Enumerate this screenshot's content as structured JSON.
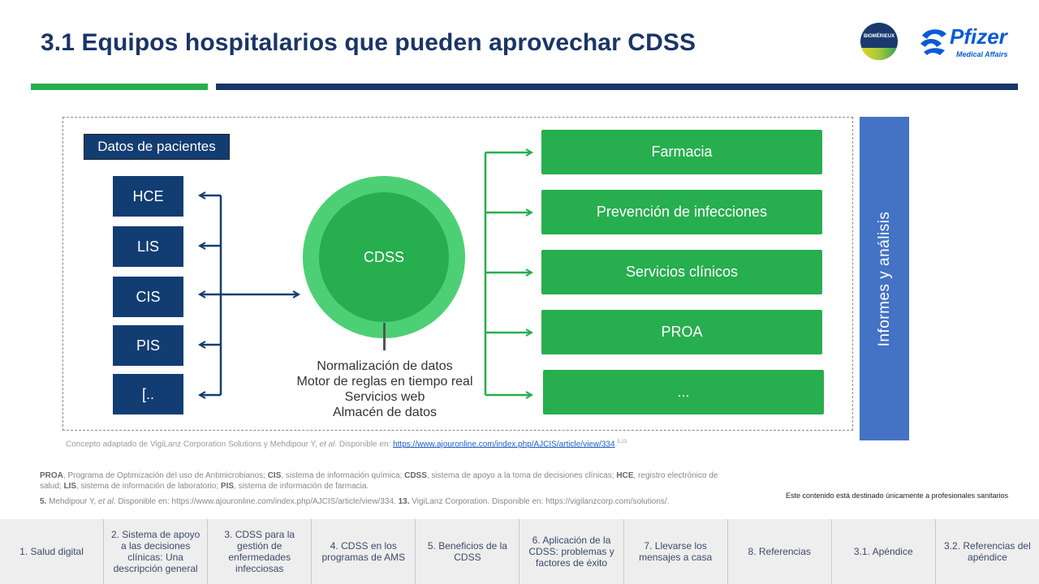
{
  "header": {
    "title": "3.1 Equipos hospitalarios que pueden aprovechar CDSS",
    "logo_biomerieux": "BIOMÉRIEUX",
    "logo_pfizer": "Pfizer",
    "logo_pfizer_sub": "Medical Affairs"
  },
  "colors": {
    "navy": "#123d73",
    "title": "#1a3567",
    "green": "#27ae4e",
    "light_green": "#4dd075",
    "blue_bar": "#4472c4"
  },
  "diagram": {
    "patients_label": "Datos de pacientes",
    "sources": [
      "HCE",
      "LIS",
      "CIS",
      "PIS",
      "[.."
    ],
    "center": {
      "label": "CDSS",
      "functions": [
        "Normalización de datos",
        "Motor de reglas en tiempo real",
        "Servicios web",
        "Almacén de datos"
      ]
    },
    "teams": [
      "Farmacia",
      "Prevención de infecciones",
      "Servicios clínicos",
      "PROA",
      "..."
    ],
    "side_label": "Informes  y análisis"
  },
  "caption": {
    "text": "Concepto adaptado de VigiLanz Corporation Solutions y Mehdipour Y, ",
    "etal": "et al.",
    "available": " Disponible en: ",
    "link": "https://www.ajouronline.com/index.php/AJCIS/article/view/334",
    "refs": "5,13"
  },
  "notes": {
    "proa_abbr": "PROA",
    "proa_def": ", Programa de Optimización del uso de Antimicrobianos; ",
    "cis_abbr": "CIS",
    "cis_def": ", sistema de información química; ",
    "cdss_abbr": "CDSS",
    "cdss_def": ", sistema de apoyo a la toma de decisiones clínicas; ",
    "hce_abbr": "HCE",
    "hce_def": ", registro electrónico de salud; ",
    "lis_abbr": "LIS",
    "lis_def": ", sistema de información de laboratorio; ",
    "pis_abbr": "PIS",
    "pis_def": ", sistema de información de farmacia."
  },
  "references": {
    "r5_num": "5.",
    "r5_text": " Mehdipour Y, ",
    "r5_etal": "et al.",
    "r5_available": " Disponible en: ",
    "r5_link": "https://www.ajouronline.com/index.php/AJCIS/article/view/334",
    "r13_num": "13.",
    "r13_text": " VigiLanz Corporation. Disponible en: ",
    "r13_link": "https://vigilanzcorp.com/solutions/"
  },
  "disclaimer": "Este contenido está destinado únicamente a profesionales sanitarios",
  "nav": [
    "1. Salud digital",
    "2. Sistema de apoyo a las decisiones clínicas: Una descripción general",
    "3. CDSS para la gestión de enfermedades infecciosas",
    "4. CDSS en los programas de AMS",
    "5. Beneficios de la CDSS",
    "6. Aplicación de la CDSS: problemas y factores de éxito",
    "7. Llevarse los mensajes a casa",
    "8. Referencias",
    "3.1. Apéndice",
    "3.2. Referencias del apéndice"
  ]
}
